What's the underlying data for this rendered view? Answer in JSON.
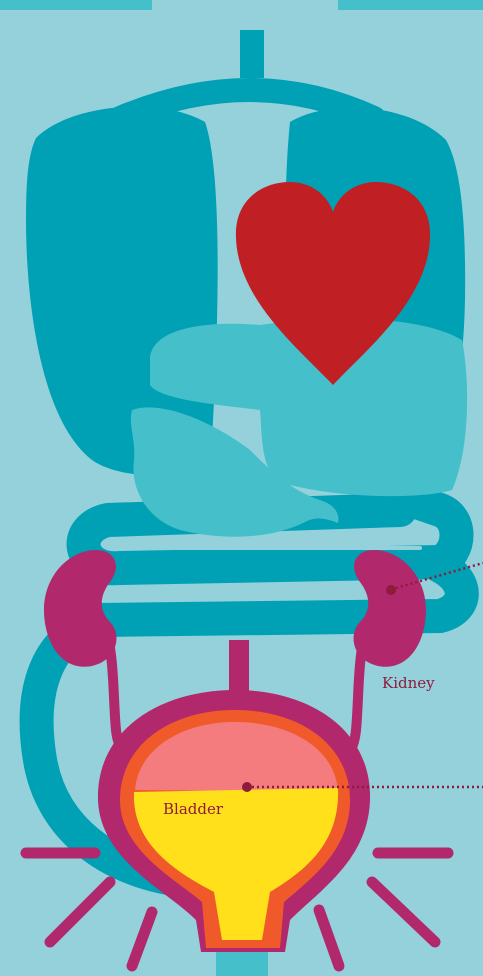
{
  "labels": {
    "kidney": "Kidney",
    "bladder": "Bladder"
  },
  "colors": {
    "background": "#94d1db",
    "organ_dark_teal": "#00a1b4",
    "organ_light_teal": "#45bfca",
    "heart": "#c01f24",
    "kidney_bladder_wall": "#b1286c",
    "bladder_inner_ring": "#f05a2a",
    "bladder_upper_fill": "#f47b7e",
    "bladder_urine": "#ffe01b",
    "callout_line": "#8e1b3a"
  },
  "icons": [
    "heart",
    "lungs",
    "liver",
    "stomach",
    "intestine",
    "kidney",
    "bladder",
    "ureter",
    "urethra",
    "pain-lines"
  ]
}
